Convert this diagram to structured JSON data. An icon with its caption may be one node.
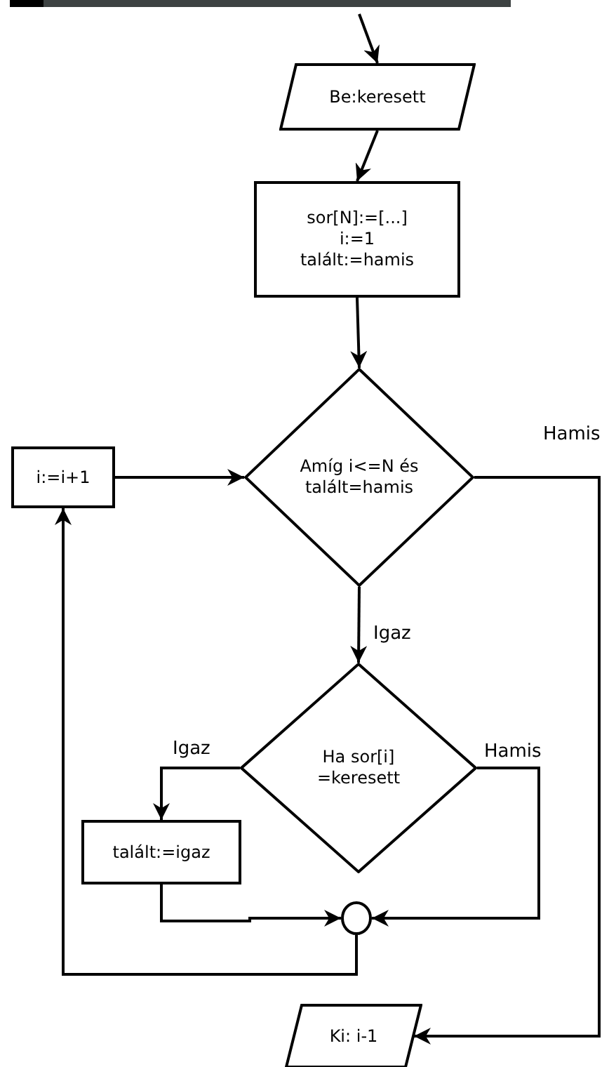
{
  "diagram": {
    "nodes": [
      {
        "text": [
          "Be:keresett"
        ]
      },
      {
        "text": [
          "sor[N]:=[...] i:=1 talált:=hamis"
        ]
      },
      {
        "text": [
          "Amíg i<=N és talált=hamis"
        ]
      },
      {
        "text": [
          "i:=i+1"
        ]
      },
      {
        "text": [
          "Ha sor[i] =keresett"
        ]
      },
      {
        "text": [
          "talált:=igaz"
        ]
      },
      {
        "text": [],
        "shape": "circle"
      },
      {
        "text": [
          "Ki: i-1"
        ]
      }
    ],
    "edges": [
      {
        "from": null,
        "to": 0,
        "arrow": "to"
      },
      {
        "from": 0,
        "to": 1,
        "arrow": "to"
      },
      {
        "from": 1,
        "to": 2,
        "arrow": "to"
      },
      {
        "from": 2,
        "to": 4,
        "label": "Igaz",
        "arrow": "to"
      },
      {
        "from": 2,
        "to": 7,
        "label": "Hamis",
        "arrow": "to"
      },
      {
        "from": 4,
        "to": 5,
        "label": "Igaz",
        "arrow": "to"
      },
      {
        "from": 4,
        "to": 6,
        "label": "Hamis",
        "arrow": "to"
      },
      {
        "from": 5,
        "to": 6,
        "arrow": "to"
      },
      {
        "from": 6,
        "to": 3,
        "arrow": "to"
      },
      {
        "from": 3,
        "to": 2,
        "arrow": "to"
      }
    ]
  }
}
